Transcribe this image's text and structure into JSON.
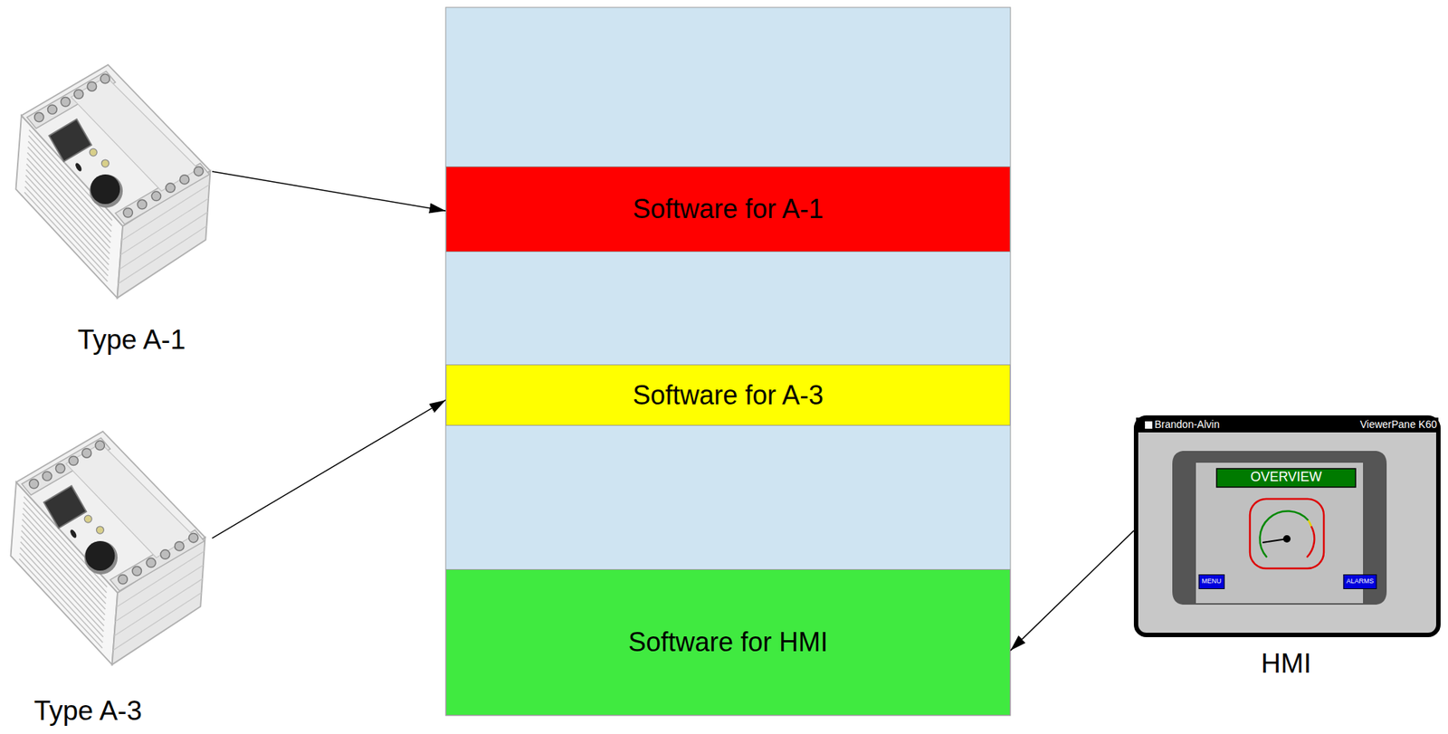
{
  "diagram": {
    "nodes": [
      {
        "text": [
          "Type A-1"
        ]
      },
      {
        "text": [
          "Software for A-1"
        ]
      },
      {
        "text": [
          "Software for A-3"
        ]
      },
      {
        "text": [
          "Type A-3"
        ]
      },
      {
        "text": [
          "Software for HMI"
        ]
      },
      {
        "text": [
          "HMI"
        ]
      }
    ],
    "edges": [
      {
        "from": 0,
        "to": 1,
        "arrow": "to"
      },
      {
        "from": 3,
        "to": 2,
        "arrow": "to"
      },
      {
        "from": 5,
        "to": 4,
        "arrow": "to"
      }
    ],
    "labels": [
      "Brandon-Alvin",
      "ViewerPane K60",
      "OVERVIEW",
      "MENU",
      "ALARMS"
    ]
  }
}
